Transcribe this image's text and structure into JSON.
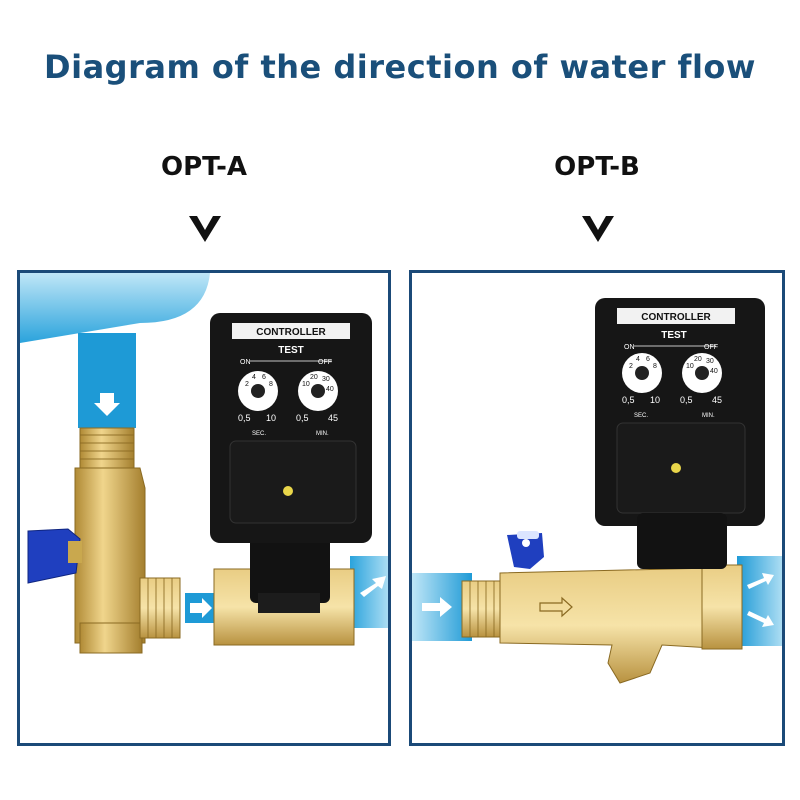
{
  "title": "Diagram of the direction of water flow",
  "options": [
    {
      "label": "OPT-A"
    },
    {
      "label": "OPT-B"
    }
  ],
  "controller": {
    "brand_label": "CONTROLLER",
    "test_label": "TEST",
    "on_label": "ON",
    "off_label": "OFF",
    "on_dial_numbers": [
      "2",
      "4",
      "6",
      "8"
    ],
    "off_dial_numbers": [
      "10",
      "20",
      "30",
      "40"
    ],
    "on_scale": [
      "0,5",
      "10"
    ],
    "off_scale": [
      "0,5",
      "45"
    ],
    "sec_label": "SEC.",
    "min_label": "MIN."
  },
  "colors": {
    "title": "#1a4f7a",
    "panel_border": "#1b4a78",
    "water": "#1e9ad6",
    "brass": "#d9b35a",
    "handle": "#1f3fbf"
  }
}
